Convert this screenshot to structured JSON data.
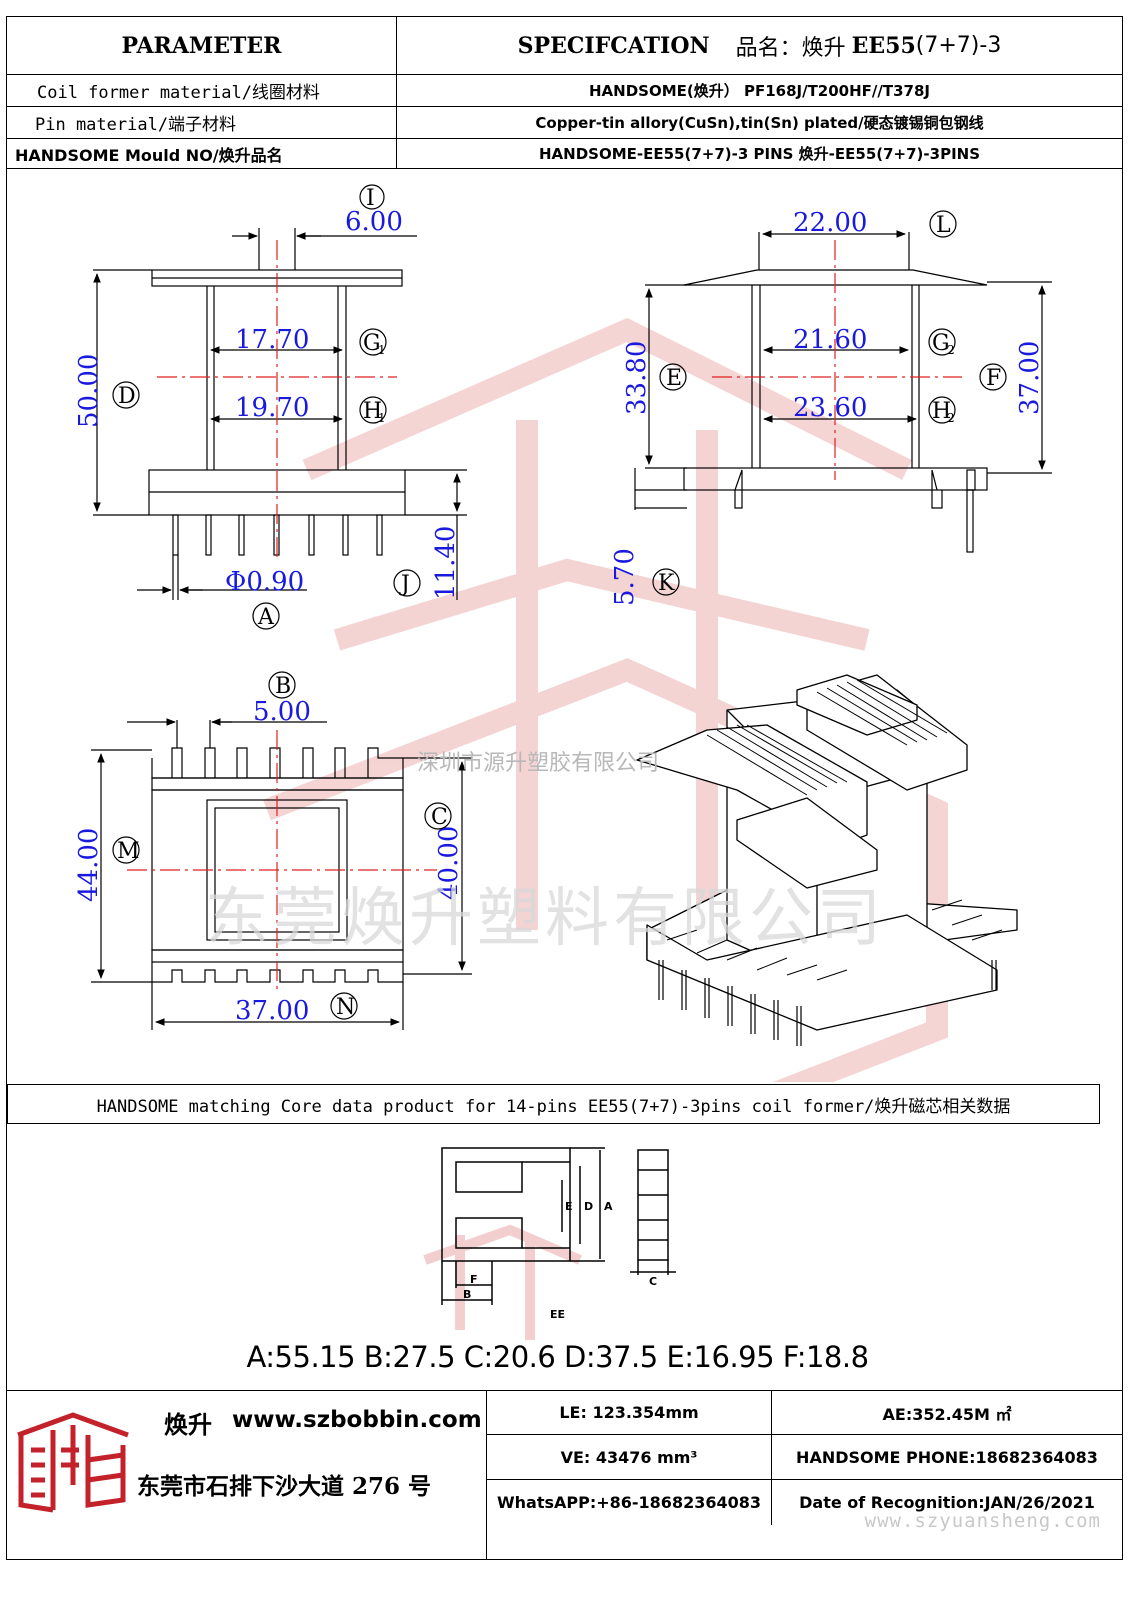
{
  "header": {
    "parameter_label": "PARAMETER",
    "spec_label": "SPECIFCATION",
    "product_name_label": "品名：焕升",
    "product_model": "EE55",
    "product_suffix": "(7+7)-3"
  },
  "params": [
    {
      "label": "Coil  former material/线圈材料",
      "value": "HANDSOME(焕升）  PF168J/T200HF//T378J"
    },
    {
      "label": "Pin material/端子材料",
      "value": "Copper-tin allory(CuSn),tin(Sn) plated/硬态镀锡铜包钢线"
    },
    {
      "label": "HANDSOME Mould NO/焕升品名",
      "value": "HANDSOME-EE55(7+7)-3 PINS    焕升-EE55(7+7)-3PINS"
    }
  ],
  "dimensions": {
    "I": "6.00",
    "G1": "17.70",
    "H1": "19.70",
    "D": "50.00",
    "A": "Φ0.90",
    "J": "11.40",
    "L": "22.00",
    "G2": "21.60",
    "H2": "23.60",
    "E": "33.80",
    "F": "37.00",
    "K": "5.70",
    "B": "5.00",
    "M": "44.00",
    "C": "40.00",
    "N": "37.00"
  },
  "tags": {
    "I": "I",
    "G1": "G",
    "G1_sub": "1",
    "H1": "H",
    "H1_sub": "1",
    "D": "D",
    "A": "A",
    "J": "J",
    "L": "L",
    "G2": "G",
    "G2_sub": "2",
    "H2": "H",
    "H2_sub": "2",
    "E": "E",
    "F": "F",
    "K": "K",
    "B": "B",
    "M": "M",
    "C": "C",
    "N": "N"
  },
  "watermarks": {
    "company_small": "深圳市源升塑胶有限公司",
    "company_large": "东莞焕升塑料有限公司",
    "url": "www.szyuansheng.com"
  },
  "matching_bar": "HANDSOME matching Core data  product for 14-pins EE55(7+7)-3pins coil former/焕升磁芯相关数据",
  "core_diagram_labels": {
    "A": "A",
    "B": "B",
    "C": "C",
    "D": "D",
    "E": "E",
    "F": "F",
    "name": "EE"
  },
  "core_values": "A:55.15 B:27.5 C:20.6 D:37.5 E:16.95 F:18.8",
  "footer": {
    "brand": "焕升",
    "website": "www.szbobbin.com",
    "address": "东莞市石排下沙大道 276 号",
    "le": "LE: 123.354mm",
    "ae": "AE:352.45M ㎡",
    "ve": "VE: 43476 mm³",
    "phone": "HANDSOME PHONE:18682364083",
    "whatsapp": "WhatsAPP:+86-18682364083",
    "date": "Date of Recognition:JAN/26/2021"
  },
  "colors": {
    "dimension_blue": "#1a1adf",
    "centerline_red": "#e02020",
    "watermark_red": "#f2c9c9",
    "logo_red": "#c4222a"
  }
}
